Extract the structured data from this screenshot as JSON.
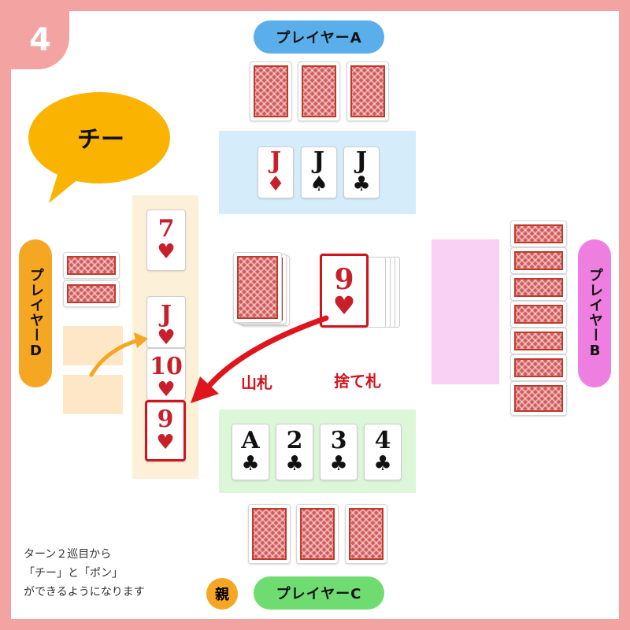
{
  "step_number": "4",
  "players": {
    "a": "プレイヤーA",
    "b": "プレイヤーB",
    "c": "プレイヤーC",
    "d": "プレイヤーD"
  },
  "speech_bubble": "チー",
  "meld_a": [
    {
      "rank": "J",
      "suit": "♦",
      "color": "red"
    },
    {
      "rank": "J",
      "suit": "♠",
      "color": "black"
    },
    {
      "rank": "J",
      "suit": "♣",
      "color": "black"
    }
  ],
  "meld_d": [
    {
      "rank": "7",
      "suit": "♥",
      "color": "red"
    },
    {
      "rank": "J",
      "suit": "♥",
      "color": "red"
    },
    {
      "rank": "10",
      "suit": "♥",
      "color": "red"
    },
    {
      "rank": "9",
      "suit": "♥",
      "color": "red"
    }
  ],
  "discard_top": {
    "rank": "9",
    "suit": "♥",
    "color": "red"
  },
  "hand_c": [
    {
      "rank": "A",
      "suit": "♣",
      "color": "black"
    },
    {
      "rank": "2",
      "suit": "♣",
      "color": "black"
    },
    {
      "rank": "3",
      "suit": "♣",
      "color": "black"
    },
    {
      "rank": "4",
      "suit": "♣",
      "color": "black"
    }
  ],
  "labels": {
    "stock": "山札",
    "discard": "捨て札",
    "dealer": "親"
  },
  "note_lines": [
    "ターン２巡目から",
    "「チー」と「ポン」",
    "ができるようになります"
  ],
  "colors": {
    "frame": "#f4a3a3",
    "player_a": "#5aaeea",
    "player_b": "#ee7fe0",
    "player_c": "#6fdc72",
    "player_d": "#f5a623",
    "bubble": "#f9b300",
    "arrow_red": "#e0141c",
    "arrow_orange": "#f5a623"
  }
}
